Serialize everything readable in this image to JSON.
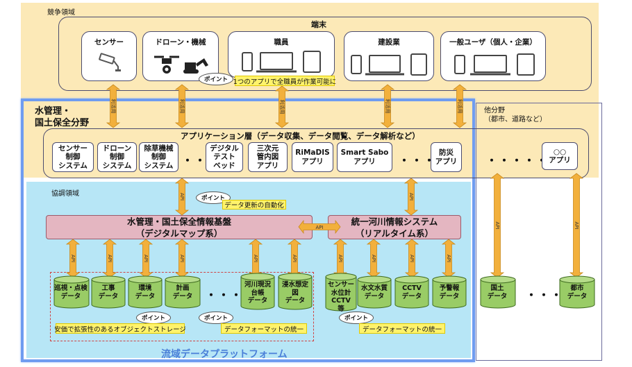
{
  "zones": {
    "competition": "競争領域",
    "cooperation": "協調領域",
    "other_field": "他分野\n（都市、道路など）",
    "water_field": "水管理・\n国土保全分野",
    "basin_platform": "流域データプラットフォーム"
  },
  "terminals": {
    "title": "端末",
    "groups": [
      "センサー",
      "ドローン・機械",
      "職員",
      "建設業",
      "一般ユーザ（個人・企業）"
    ]
  },
  "utilize_label": "利活用",
  "api_label": "API",
  "points": {
    "oval": "ポイント",
    "one_app": "1つのアプリで全職員が作業可能に",
    "auto_update": "データ更新の自動化",
    "object_storage": "安価で拡張性のあるオブジェクトストレージ",
    "format_unify_1": "データフォーマットの統一",
    "format_unify_2": "データフォーマットの統一"
  },
  "app_layer": {
    "title": "アプリケーション層（データ収集、データ閲覧、データ解析など）",
    "apps": [
      "センサー\n制御\nシステム",
      "ドローン\n制御\nシステム",
      "除草機械\n制御\nシステム",
      "デジタル\nテスト\nベッド",
      "三次元\n管内図\nアプリ",
      "RiMaDIS\nアプリ",
      "Smart Sabo\nアプリ",
      "防災\nアプリ"
    ],
    "other_app": "○○\nアプリ",
    "ellipsis": "・・・・",
    "ellipsis_long": "・・・・・・・"
  },
  "platforms": {
    "digital_map": "水管理・国土保全情報基盤\n（デジタルマップ系）",
    "river_info": "統一河川情報システム\n（リアルタイム系）"
  },
  "databases": {
    "storage": [
      "巡視・点検\nデータ",
      "工事\nデータ",
      "環境\nデータ",
      "計画\nデータ",
      "河川現況\n台帳\nデータ",
      "浸水想定\n図\nデータ"
    ],
    "realtime": [
      "センサー\n水位計\nCCTV\n等",
      "水文水質\nデータ",
      "CCTV\nデータ",
      "予警報\nデータ"
    ],
    "other": [
      "国土\nデータ",
      "都市\nデータ"
    ],
    "ellipsis": "・・・"
  },
  "colors": {
    "arrow": "#f2b03c",
    "cylinder": "#99cc66",
    "competition": "#fce9b7",
    "cooperation": "#b7e6f6",
    "platform": "#e4b6c1",
    "title_blue": "#4a7fd8"
  }
}
